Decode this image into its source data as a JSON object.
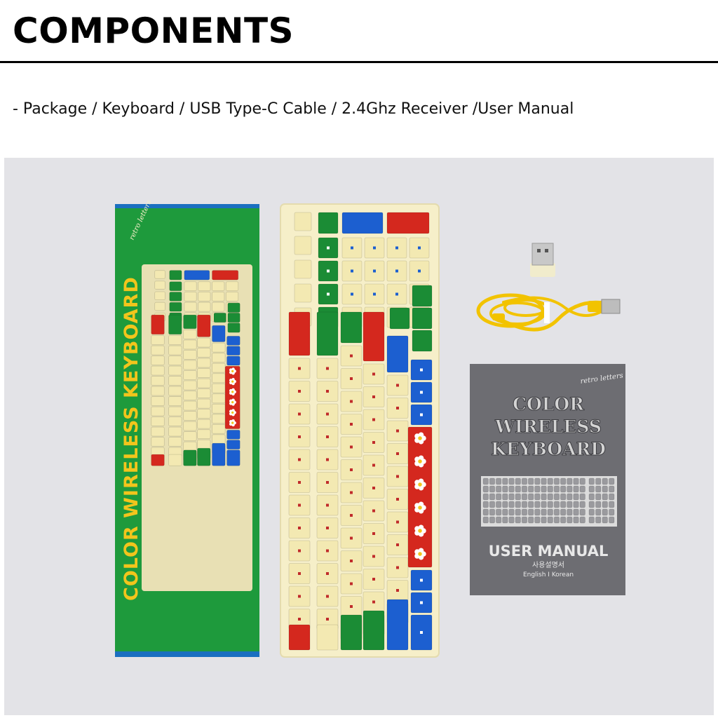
{
  "header": {
    "title": "COMPONENTS",
    "components_line": "- Package / Keyboard / USB Type-C Cable / 2.4Ghz Receiver /User Manual"
  },
  "package_box": {
    "side_text": "COLOR WIRELESS KEYBOARD",
    "script_logo": "retro letters",
    "colors": {
      "box_green": "#1e9a3c",
      "edge_blue": "#1a6fc0",
      "title_yellow": "#f2c51c"
    }
  },
  "keyboard": {
    "colors": {
      "case": "#f6efc9",
      "cream_key": "#f3e9b2",
      "green_key": "#1b8c35",
      "blue_key": "#1c5fd0",
      "red_key": "#d4281e",
      "legend_red": "#c02b2b"
    }
  },
  "receiver": {
    "icon": "usb-receiver-icon"
  },
  "cable": {
    "icon": "usb-c-cable-icon",
    "color": "#f2c300"
  },
  "manual": {
    "title_line1": "COLOR",
    "title_line2": "WIRELESS",
    "title_line3": "KEYBOARD",
    "subtitle": "USER MANUAL",
    "korean_line": "사용설명서",
    "languages": "English I Korean",
    "script_logo": "retro letters",
    "cover_color": "#6d6d72"
  }
}
